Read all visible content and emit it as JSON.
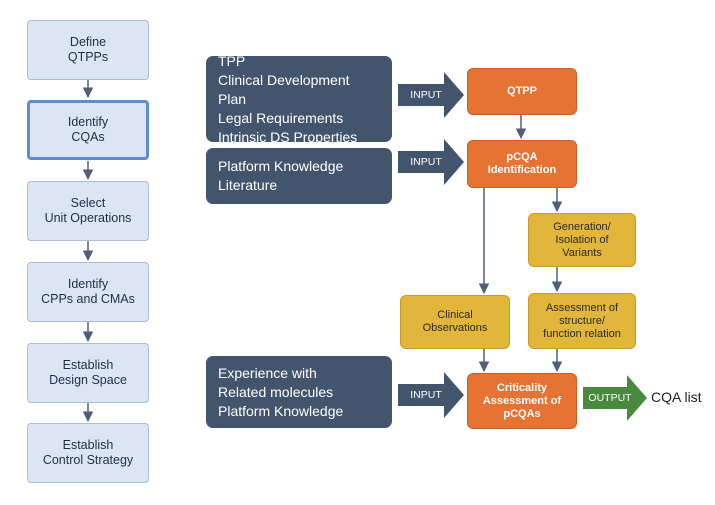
{
  "process_steps": [
    {
      "label": "Define\nQTPPs"
    },
    {
      "label": "Identify\nCQAs"
    },
    {
      "label": "Select\nUnit Operations"
    },
    {
      "label": "Identify\nCPPs and CMAs"
    },
    {
      "label": "Establish\nDesign Space"
    },
    {
      "label": "Establish\nControl Strategy"
    }
  ],
  "inputs": [
    {
      "text": "TPP\nClinical Development Plan\nLegal Requirements\nIntrinsic DS Properties"
    },
    {
      "text": "Platform Knowledge\nLiterature"
    },
    {
      "text": "Experience with\nRelated molecules\nPlatform Knowledge"
    }
  ],
  "arrow_labels": {
    "input": "INPUT",
    "output": "OUTPUT"
  },
  "nodes": {
    "qtpp": "QTPP",
    "pcqa_identification": "pCQA\nIdentification",
    "generation_isolation": "Generation/\nIsolation of\nVariants",
    "clinical_observations": "Clinical\nObservations",
    "assessment_structure": "Assessment of\nstructure/\nfunction relation",
    "criticality_assessment": "Criticality\nAssessment of\npCQAs"
  },
  "output": "CQA list",
  "colors": {
    "step_fill": "#dce6f2",
    "step_border": "#a9bdd8",
    "active_border": "#5e8ccc",
    "input_fill": "#43546d",
    "node_orange": "#e67234",
    "node_yellow": "#e2b63a",
    "output_green": "#4a8a3e",
    "connector": "#43546d"
  }
}
